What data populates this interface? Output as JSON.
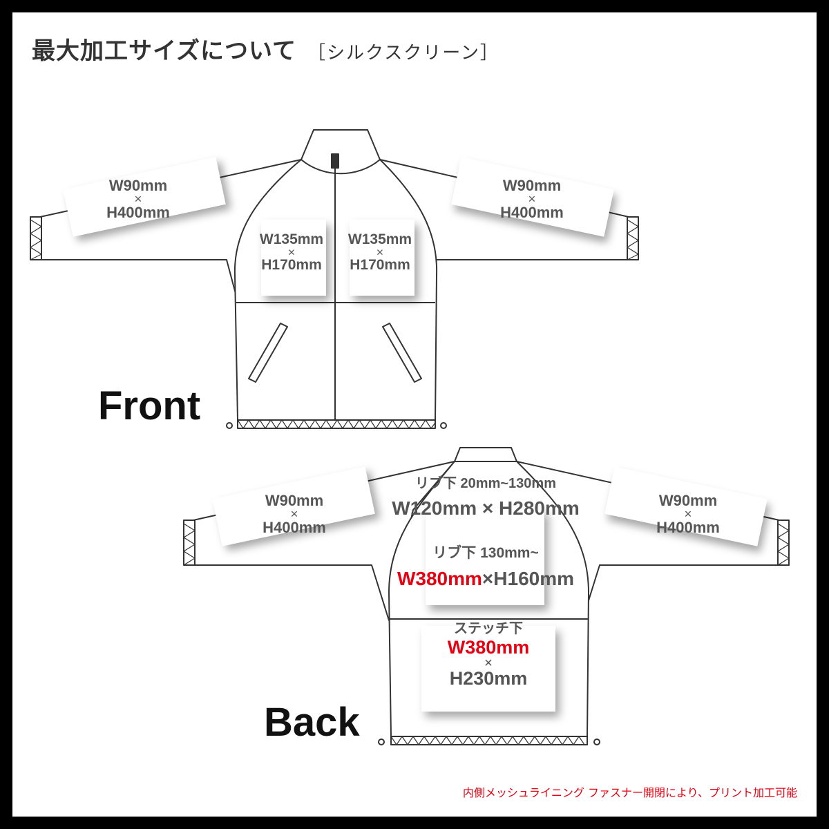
{
  "title": "最大加工サイズについて",
  "title_method": "［シルクスクリーン］",
  "front": {
    "label": "Front",
    "left_sleeve": {
      "w": "W90mm",
      "x": "×",
      "h": "H400mm"
    },
    "right_sleeve": {
      "w": "W90mm",
      "x": "×",
      "h": "H400mm"
    },
    "left_chest": {
      "w": "W135mm",
      "x": "×",
      "h": "H170mm"
    },
    "right_chest": {
      "w": "W135mm",
      "x": "×",
      "h": "H170mm"
    }
  },
  "back": {
    "label": "Back",
    "left_sleeve": {
      "w": "W90mm",
      "x": "×",
      "h": "H400mm"
    },
    "right_sleeve": {
      "w": "W90mm",
      "x": "×",
      "h": "H400mm"
    },
    "upper": {
      "cond": "リブ下 20mm~130mm",
      "size": "W120mm × H280mm"
    },
    "middle": {
      "cond": "リブ下 130mm~",
      "w": "W380mm",
      "rest": "×H160mm"
    },
    "lower": {
      "cond": "ステッチ下",
      "w": "W380mm",
      "x": "×",
      "h": "H230mm"
    }
  },
  "note": "内側メッシュライニング ファスナー開閉により、プリント加工可能",
  "colors": {
    "accent": "#e60012",
    "outline": "#333333",
    "label": "#555555"
  }
}
